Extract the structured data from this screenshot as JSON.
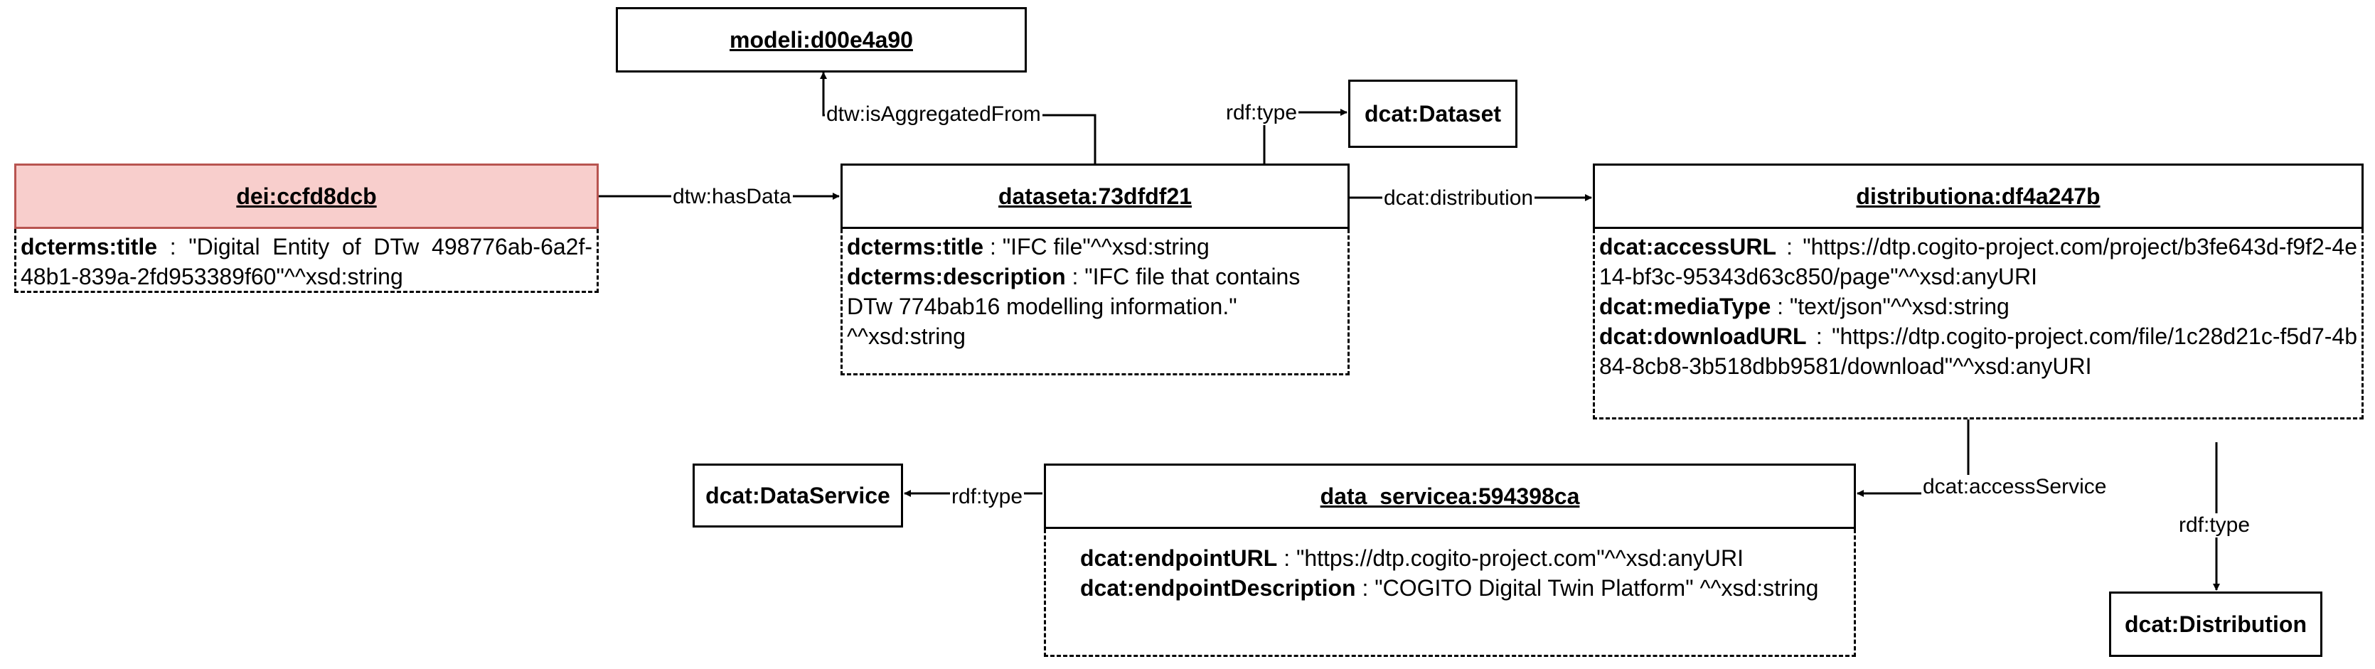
{
  "nodes": {
    "entity": {
      "title": "dei:ccfd8dcb",
      "props": [
        {
          "key": "dcterms:title",
          "value": " : \"Digital Entity of DTw 498776ab-6a2f-48b1-839a-2fd953389f60\"^^xsd:string"
        }
      ]
    },
    "model": {
      "title": "modeli:d00e4a90"
    },
    "dataset": {
      "title": "dataseta:73dfdf21",
      "props": [
        {
          "key": "dcterms:title",
          "value": " : \"IFC file\"^^xsd:string"
        },
        {
          "key": "dcterms:description",
          "value": " : \"IFC file that contains DTw 774bab16 modelling information.\" ^^xsd:string"
        }
      ]
    },
    "dcat_dataset": {
      "title": "dcat:Dataset"
    },
    "distribution": {
      "title": "distributiona:df4a247b",
      "props": [
        {
          "key": "dcat:accessURL",
          "value": " : \"https://dtp.cogito-project.com/project/b3fe643d-f9f2-4e14-bf3c-95343d63c850/page\"^^xsd:anyURI"
        },
        {
          "key": "dcat:mediaType",
          "value": " : \"text/json\"^^xsd:string"
        },
        {
          "key": "dcat:downloadURL",
          "value": " : \"https://dtp.cogito-project.com/file/1c28d21c-f5d7-4b84-8cb8-3b518dbb9581/download\"^^xsd:anyURI"
        }
      ]
    },
    "data_service": {
      "title": "data_servicea:594398ca",
      "props": [
        {
          "key": "dcat:endpointURL",
          "value": " : \"https://dtp.cogito-project.com\"^^xsd:anyURI"
        },
        {
          "key": "dcat:endpointDescription",
          "value": " : \"COGITO Digital Twin Platform\" ^^xsd:string"
        }
      ]
    },
    "dcat_dataservice": {
      "title": "dcat:DataService"
    },
    "dcat_distribution": {
      "title": "dcat:Distribution"
    }
  },
  "edges": {
    "has_data": "dtw:hasData",
    "aggregated_from": "dtw:isAggregatedFrom",
    "dataset_type": "rdf:type",
    "distribution": "dcat:distribution",
    "access_service": "dcat:accessService",
    "service_type": "rdf:type",
    "distribution_type": "rdf:type"
  },
  "colors": {
    "entity_fill": "#f8cecc",
    "entity_border": "#b85450",
    "line": "#000000"
  }
}
